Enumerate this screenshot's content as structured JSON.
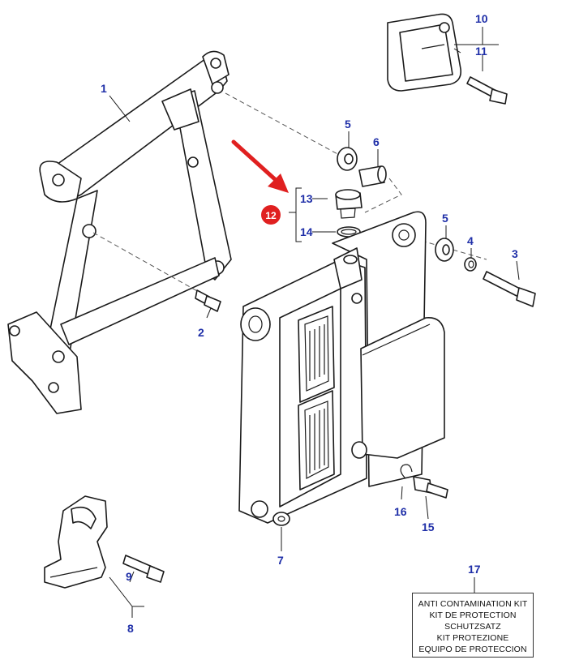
{
  "callouts": {
    "c1": "1",
    "c2": "2",
    "c3": "3",
    "c4": "4",
    "c5a": "5",
    "c5b": "5",
    "c6": "6",
    "c7": "7",
    "c8": "8",
    "c9": "9",
    "c10": "10",
    "c11": "11",
    "c12": "12",
    "c13": "13",
    "c14": "14",
    "c15": "15",
    "c16": "16",
    "c17": "17"
  },
  "kit": {
    "lines": [
      "ANTI CONTAMINATION KIT",
      "KIT DE PROTECTION",
      "SCHUTZSATZ",
      "KIT PROTEZIONE",
      "EQUIPO DE PROTECCION"
    ]
  },
  "colors": {
    "callout_text": "#1f2fa8",
    "highlight_badge": "#e02020",
    "arrow": "#e02020",
    "line_art": "#1a1a1a"
  },
  "icons": {
    "arrow": "red-pointer-arrow",
    "badge": "red-circle-badge"
  }
}
